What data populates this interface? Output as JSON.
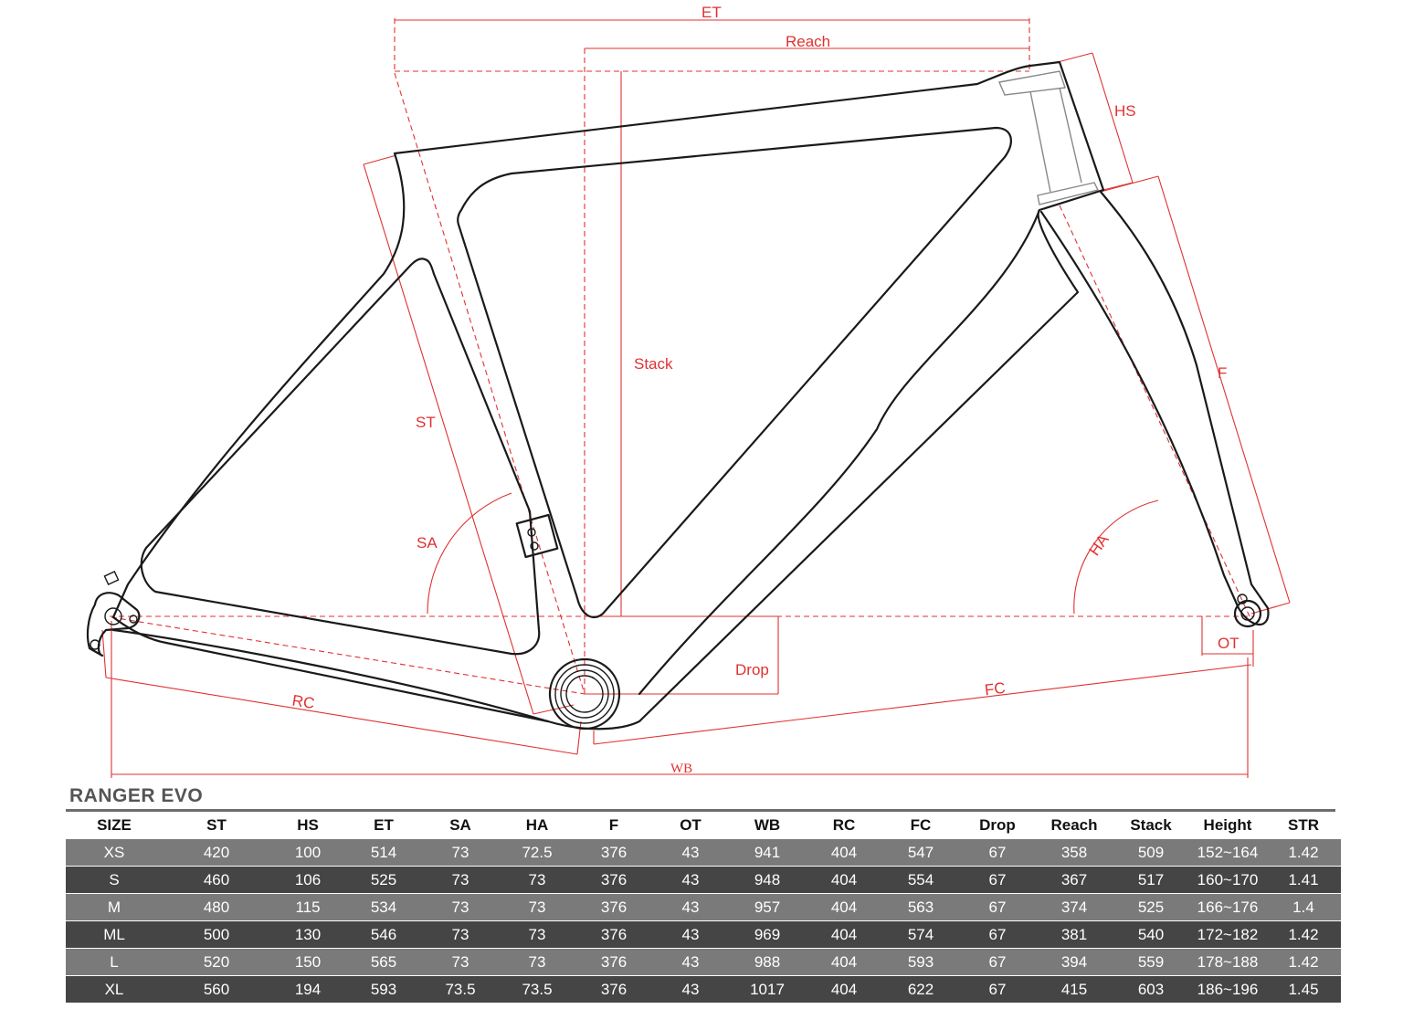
{
  "diagram": {
    "labels": {
      "et": "ET",
      "reach": "Reach",
      "hs": "HS",
      "st": "ST",
      "stack": "Stack",
      "f": "F",
      "sa": "SA",
      "ha": "HA",
      "drop": "Drop",
      "ot": "OT",
      "rc": "RC",
      "fc": "FC",
      "wb": "WB"
    }
  },
  "table": {
    "model": "RANGER EVO",
    "headers": [
      "SIZE",
      "ST",
      "HS",
      "ET",
      "SA",
      "HA",
      "F",
      "OT",
      "WB",
      "RC",
      "FC",
      "Drop",
      "Reach",
      "Stack",
      "Height",
      "STR"
    ],
    "rows": [
      [
        "XS",
        "420",
        "100",
        "514",
        "73",
        "72.5",
        "376",
        "43",
        "941",
        "404",
        "547",
        "67",
        "358",
        "509",
        "152~164",
        "1.42"
      ],
      [
        "S",
        "460",
        "106",
        "525",
        "73",
        "73",
        "376",
        "43",
        "948",
        "404",
        "554",
        "67",
        "367",
        "517",
        "160~170",
        "1.41"
      ],
      [
        "M",
        "480",
        "115",
        "534",
        "73",
        "73",
        "376",
        "43",
        "957",
        "404",
        "563",
        "67",
        "374",
        "525",
        "166~176",
        "1.4"
      ],
      [
        "ML",
        "500",
        "130",
        "546",
        "73",
        "73",
        "376",
        "43",
        "969",
        "404",
        "574",
        "67",
        "381",
        "540",
        "172~182",
        "1.42"
      ],
      [
        "L",
        "520",
        "150",
        "565",
        "73",
        "73",
        "376",
        "43",
        "988",
        "404",
        "593",
        "67",
        "394",
        "559",
        "178~188",
        "1.42"
      ],
      [
        "XL",
        "560",
        "194",
        "593",
        "73.5",
        "73.5",
        "376",
        "43",
        "1017",
        "404",
        "622",
        "67",
        "415",
        "603",
        "186~196",
        "1.45"
      ]
    ]
  }
}
